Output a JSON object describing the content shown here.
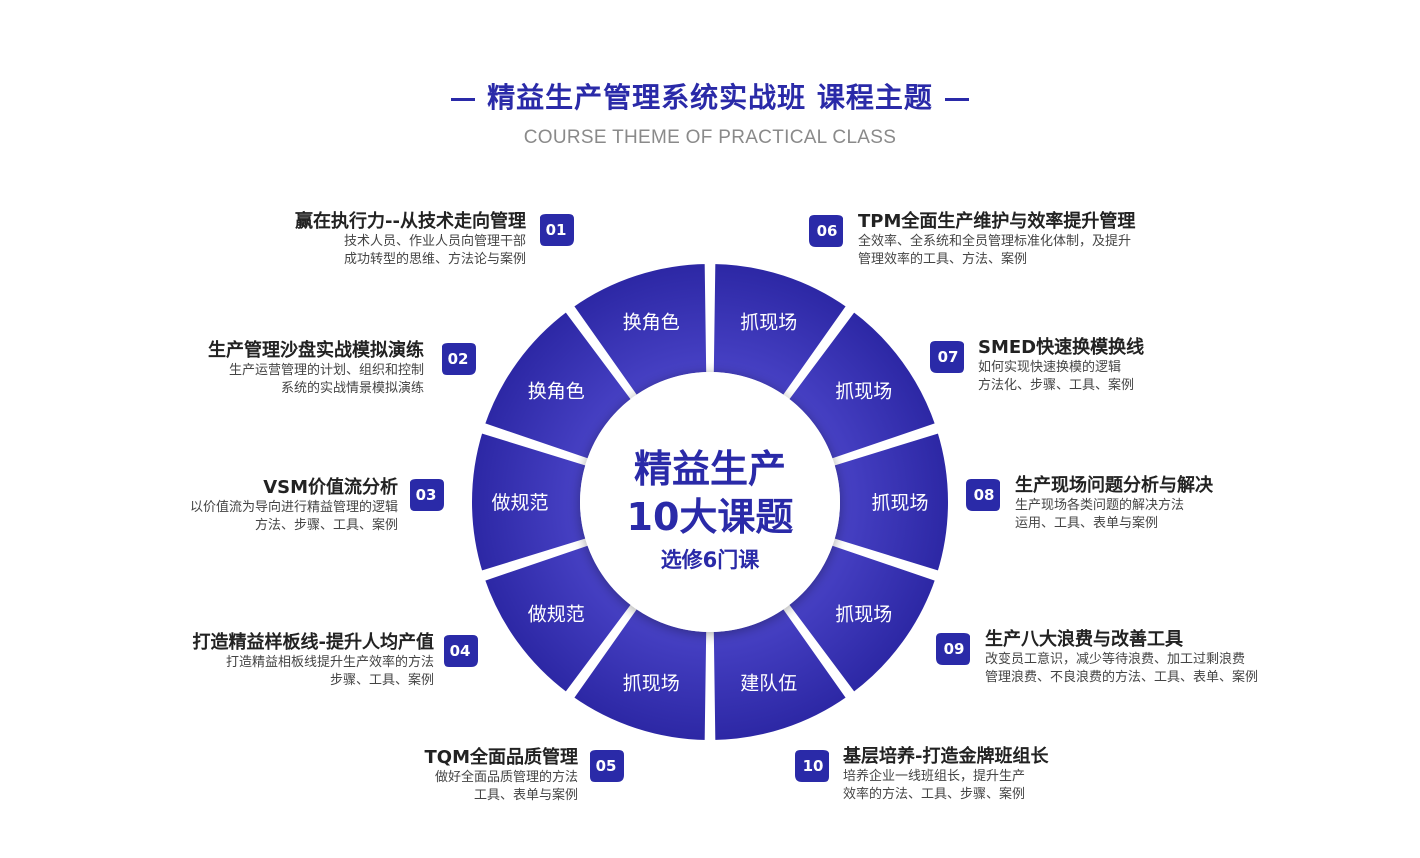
{
  "header": {
    "title": "精益生产管理系统实战班 课程主题",
    "subtitle": "COURSE THEME OF PRACTICAL CLASS"
  },
  "center": {
    "line1": "精益生产",
    "line2": "10大课题",
    "line3": "选修6门课"
  },
  "wheel_segments": [
    "抓现场",
    "抓现场",
    "抓现场",
    "抓现场",
    "建队伍",
    "抓现场",
    "做规范",
    "做规范",
    "换角色",
    "换角色"
  ],
  "colors": {
    "primary": "#2a2aa8",
    "segment": "#3a34b8",
    "center": "#ffffff"
  },
  "topics": [
    {
      "num": "01",
      "title": "赢在执行力--从技术走向管理",
      "desc": [
        "技术人员、作业人员向管理干部",
        "成功转型的思维、方法论与案例"
      ]
    },
    {
      "num": "02",
      "title": "生产管理沙盘实战模拟演练",
      "desc": [
        "生产运营管理的计划、组织和控制",
        "系统的实战情景模拟演练"
      ]
    },
    {
      "num": "03",
      "title": "VSM价值流分析",
      "desc": [
        "以价值流为导向进行精益管理的逻辑",
        "方法、步骤、工具、案例"
      ]
    },
    {
      "num": "04",
      "title": "打造精益样板线-提升人均产值",
      "desc": [
        "打造精益相板线提升生产效率的方法",
        "步骤、工具、案例"
      ]
    },
    {
      "num": "05",
      "title": "TQM全面品质管理",
      "desc": [
        "做好全面品质管理的方法",
        "工具、表单与案例"
      ]
    },
    {
      "num": "06",
      "title": "TPM全面生产维护与效率提升管理",
      "desc": [
        "全效率、全系统和全员管理标准化体制，及提升",
        "管理效率的工具、方法、案例"
      ]
    },
    {
      "num": "07",
      "title": "SMED快速换模换线",
      "desc": [
        "如何实现快速换模的逻辑",
        "方法化、步骤、工具、案例"
      ]
    },
    {
      "num": "08",
      "title": "生产现场问题分析与解决",
      "desc": [
        "生产现场各类问题的解决方法",
        "运用、工具、表单与案例"
      ]
    },
    {
      "num": "09",
      "title": "生产八大浪费与改善工具",
      "desc": [
        "改变员工意识，减少等待浪费、加工过剩浪费",
        "管理浪费、不良浪费的方法、工具、表单、案例"
      ]
    },
    {
      "num": "10",
      "title": "基层培养-打造金牌班组长",
      "desc": [
        "培养企业一线班组长，提升生产",
        "效率的方法、工具、步骤、案例"
      ]
    }
  ]
}
